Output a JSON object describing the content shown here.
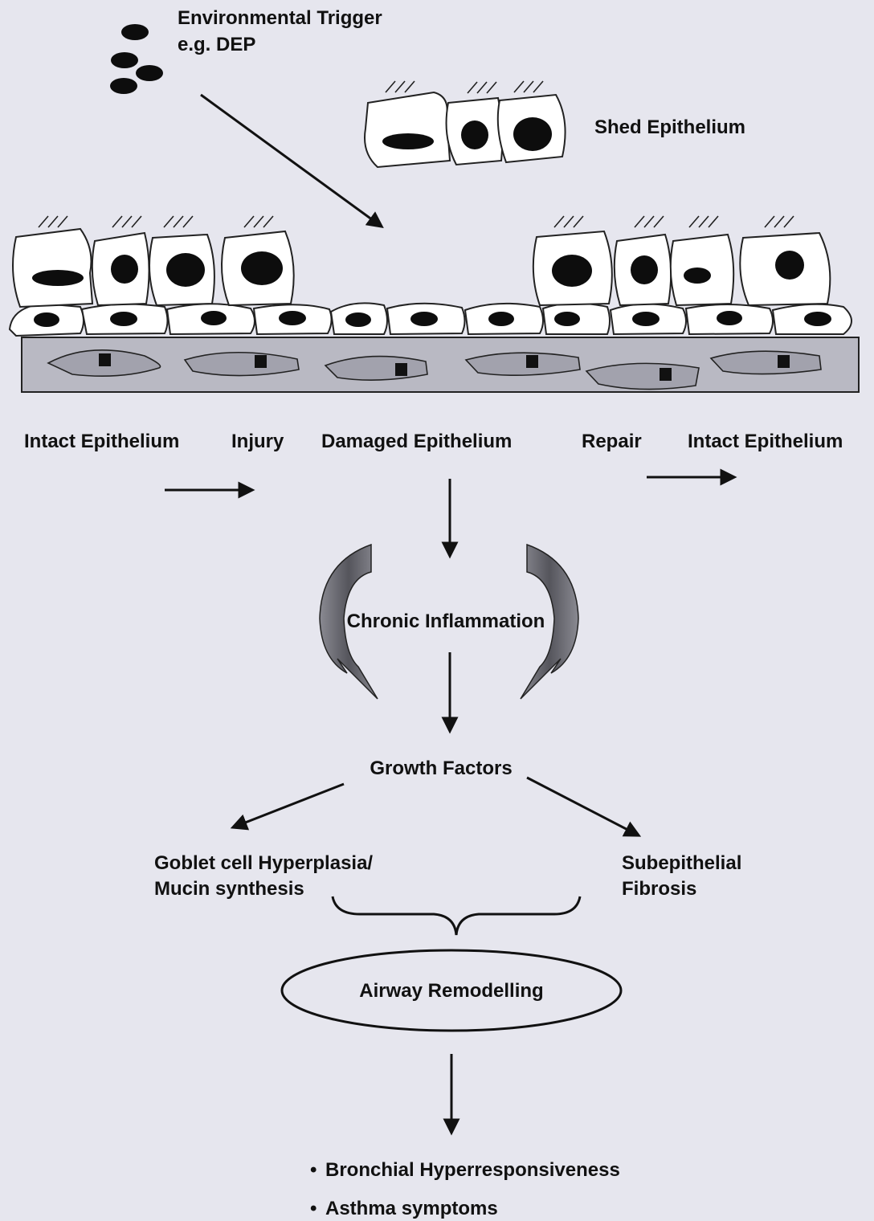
{
  "trigger": {
    "line1": "Environmental Trigger",
    "line2": "e.g. DEP"
  },
  "shed_label": "Shed Epithelium",
  "stages": {
    "intact_left": "Intact Epithelium",
    "injury": "Injury",
    "damaged": "Damaged Epithelium",
    "repair": "Repair",
    "intact_right": "Intact Epithelium"
  },
  "flow": {
    "chronic_inflammation": "Chronic Inflammation",
    "growth_factors": "Growth Factors",
    "goblet_line1": "Goblet cell Hyperplasia/",
    "goblet_line2": "Mucin synthesis",
    "fibrosis_line1": "Subepithelial",
    "fibrosis_line2": "Fibrosis",
    "remodelling": "Airway Remodelling"
  },
  "outcomes": [
    "Bronchial Hyperresponsiveness",
    "Asthma symptoms"
  ],
  "bullet": "•",
  "colors": {
    "background": "#e6e6ee",
    "submucosa": "#b9b9c3",
    "curved_arrow": "#6b6b73",
    "ink": "#111111"
  }
}
